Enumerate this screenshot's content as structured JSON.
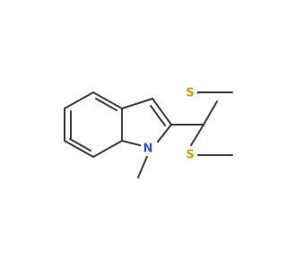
{
  "molecule": {
    "name": "",
    "atoms": {
      "n1": {
        "symbol": "N",
        "color": "#3050f8"
      },
      "s1": {
        "symbol": "S",
        "color": "#c8a000"
      },
      "s2": {
        "symbol": "S",
        "color": "#c8a000"
      }
    },
    "colors": {
      "bond": "#3c3c3c",
      "background": "#ffffff"
    }
  }
}
